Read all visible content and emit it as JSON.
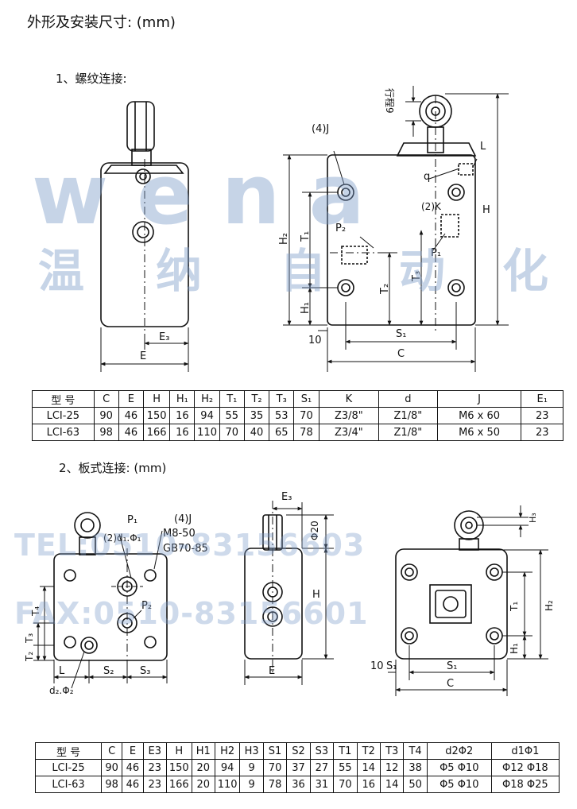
{
  "title": "外形及安装尺寸: (mm)",
  "section1": {
    "label": "1、螺纹连接:"
  },
  "section2": {
    "label": "2、板式连接: (mm)"
  },
  "watermark": {
    "brand": "wena",
    "cn": [
      "温",
      "纳",
      "自",
      "动",
      "化"
    ],
    "tel": "TEL:0510-83156603",
    "fax": "FAX:0510-83156601",
    "color": "#7a9ac8"
  },
  "drawing1": {
    "front": {
      "E3": "E₃",
      "E": "E"
    },
    "side": {
      "J": "(4)J",
      "stroke": "行程9",
      "L": "L",
      "q": "q",
      "K": "(2)K",
      "H": "H",
      "P2": "P₂",
      "P1": "P₁",
      "H2": "H₂",
      "T1": "T₁",
      "H1": "H₁",
      "T2": "T₂",
      "T3": "T₃",
      "S1": "S₁",
      "ten": "10",
      "C": "C"
    }
  },
  "table1": {
    "headers": [
      "型 号",
      "C",
      "E",
      "H",
      "H₁",
      "H₂",
      "T₁",
      "T₂",
      "T₃",
      "S₁",
      "K",
      "d",
      "J",
      "E₁"
    ],
    "rows": [
      [
        "LCI-25",
        "90",
        "46",
        "150",
        "16",
        "94",
        "55",
        "35",
        "53",
        "70",
        "Z3/8\"",
        "Z1/8\"",
        "M6 x 60",
        "23"
      ],
      [
        "LCI-63",
        "98",
        "46",
        "166",
        "16",
        "110",
        "70",
        "40",
        "65",
        "78",
        "Z3/4\"",
        "Z1/8\"",
        "M6 x 50",
        "23"
      ]
    ]
  },
  "drawing2": {
    "left": {
      "P1": "P₁",
      "d1": "(2)d₁.Φ₁",
      "J": "(4)J",
      "M8": "M8-50",
      "GB": "GB70-85",
      "P2": "P₂",
      "T4": "T₄",
      "T3": "T₃",
      "T2": "T₂",
      "L": "L",
      "S2": "S₂",
      "S3": "S₃",
      "d2": "d₂.Φ₂"
    },
    "mid": {
      "E3": "E₃",
      "phi20": "Φ20",
      "H": "H",
      "E": "E"
    },
    "right": {
      "H3": "H₃",
      "T1": "T₁",
      "H2": "H₂",
      "H1": "H₁",
      "ten": "10",
      "S1a": "S₁",
      "S1b": "S₁",
      "C": "C"
    }
  },
  "table2": {
    "headers": [
      "型 号",
      "C",
      "E",
      "E3",
      "H",
      "H1",
      "H2",
      "H3",
      "S1",
      "S2",
      "S3",
      "T1",
      "T2",
      "T3",
      "T4",
      "d2Φ2",
      "d1Φ1"
    ],
    "rows": [
      [
        "LCI-25",
        "90",
        "46",
        "23",
        "150",
        "20",
        "94",
        "9",
        "70",
        "37",
        "27",
        "55",
        "14",
        "12",
        "38",
        "Φ5 Φ10",
        "Φ12 Φ18"
      ],
      [
        "LCI-63",
        "98",
        "46",
        "23",
        "166",
        "20",
        "110",
        "9",
        "78",
        "36",
        "31",
        "70",
        "16",
        "14",
        "50",
        "Φ5 Φ10",
        "Φ18 Φ25"
      ]
    ]
  }
}
